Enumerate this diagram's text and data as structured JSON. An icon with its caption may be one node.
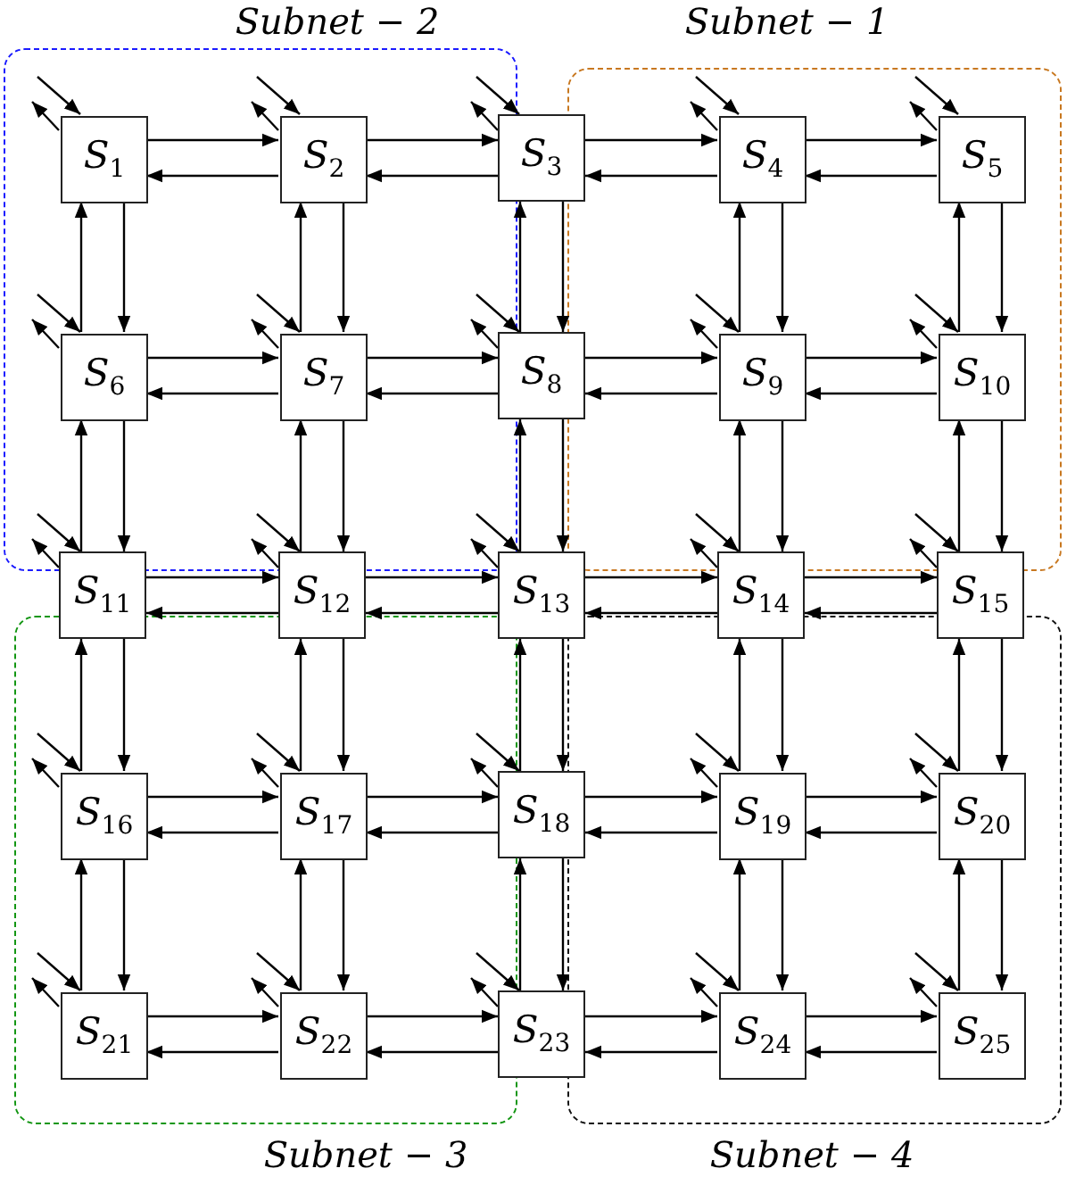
{
  "diagram": {
    "nodes": [
      {
        "text": [
          "Subnet − 2"
        ]
      },
      {
        "text": [
          "Subnet − 1"
        ]
      },
      {
        "text": [
          "Subnet − 3"
        ]
      },
      {
        "text": [
          "Subnet − 4"
        ]
      },
      {
        "text": [
          "S$_{1}$"
        ],
        "in": 0
      },
      {
        "text": [
          "S$_{2}$"
        ],
        "in": 0
      },
      {
        "text": [
          "S$_{3}$"
        ]
      },
      {
        "text": [
          "S$_{4}$"
        ],
        "in": 1
      },
      {
        "text": [
          "S$_{5}$"
        ],
        "in": 1
      },
      {
        "text": [
          "S$_{6}$"
        ],
        "in": 0
      },
      {
        "text": [
          "S$_{7}$"
        ],
        "in": 0
      },
      {
        "text": [
          "S$_{8}$"
        ]
      },
      {
        "text": [
          "S$_{9}$"
        ],
        "in": 1
      },
      {
        "text": [
          "S$_{10}$"
        ],
        "in": 1
      },
      {
        "text": [
          "S$_{11}$"
        ]
      },
      {
        "text": [
          "S$_{12}$"
        ]
      },
      {
        "text": [
          "S$_{13}$"
        ]
      },
      {
        "text": [
          "S$_{14}$"
        ]
      },
      {
        "text": [
          "S$_{15}$"
        ]
      },
      {
        "text": [
          "S$_{16}$"
        ],
        "in": 2
      },
      {
        "text": [
          "S$_{17}$"
        ],
        "in": 2
      },
      {
        "text": [
          "S$_{18}$"
        ]
      },
      {
        "text": [
          "S$_{19}$"
        ],
        "in": 3
      },
      {
        "text": [
          "S$_{20}$"
        ],
        "in": 3
      },
      {
        "text": [
          "S$_{21}$"
        ],
        "in": 2
      },
      {
        "text": [
          "S$_{22}$"
        ],
        "in": 2
      },
      {
        "text": [
          "S$_{23}$"
        ]
      },
      {
        "text": [
          "S$_{24}$"
        ],
        "in": 3
      },
      {
        "text": [
          "S$_{25}$"
        ],
        "in": 3
      }
    ],
    "edges": [
      {
        "from": 4,
        "to": 5,
        "arrow": "to"
      },
      {
        "from": 5,
        "to": 4,
        "arrow": "to"
      },
      {
        "from": 4,
        "to": 9,
        "arrow": "to"
      },
      {
        "from": 9,
        "to": 4,
        "arrow": "to"
      },
      {
        "from": null,
        "to": 4,
        "arrow": "to"
      },
      {
        "from": 4,
        "to": null,
        "arrow": "to"
      },
      {
        "from": 5,
        "to": 6,
        "arrow": "to"
      },
      {
        "from": 6,
        "to": 5,
        "arrow": "to"
      },
      {
        "from": 5,
        "to": 10,
        "arrow": "to"
      },
      {
        "from": 10,
        "to": 5,
        "arrow": "to"
      },
      {
        "from": null,
        "to": 5,
        "arrow": "to"
      },
      {
        "from": 5,
        "to": null,
        "arrow": "to"
      },
      {
        "from": 6,
        "to": 7,
        "arrow": "to"
      },
      {
        "from": 7,
        "to": 6,
        "arrow": "to"
      },
      {
        "from": 6,
        "to": 11,
        "arrow": "to"
      },
      {
        "from": 11,
        "to": 6,
        "arrow": "to"
      },
      {
        "from": null,
        "to": 6,
        "arrow": "to"
      },
      {
        "from": 6,
        "to": null,
        "arrow": "to"
      },
      {
        "from": 7,
        "to": 8,
        "arrow": "to"
      },
      {
        "from": 8,
        "to": 7,
        "arrow": "to"
      },
      {
        "from": 7,
        "to": 12,
        "arrow": "to"
      },
      {
        "from": 12,
        "to": 7,
        "arrow": "to"
      },
      {
        "from": null,
        "to": 7,
        "arrow": "to"
      },
      {
        "from": 7,
        "to": null,
        "arrow": "to"
      },
      {
        "from": 8,
        "to": 13,
        "arrow": "to"
      },
      {
        "from": 13,
        "to": 8,
        "arrow": "to"
      },
      {
        "from": null,
        "to": 8,
        "arrow": "to"
      },
      {
        "from": 8,
        "to": null,
        "arrow": "to"
      },
      {
        "from": 9,
        "to": 10,
        "arrow": "to"
      },
      {
        "from": 10,
        "to": 9,
        "arrow": "to"
      },
      {
        "from": 9,
        "to": 14,
        "arrow": "to"
      },
      {
        "from": 14,
        "to": 9,
        "arrow": "to"
      },
      {
        "from": null,
        "to": 9,
        "arrow": "to"
      },
      {
        "from": 9,
        "to": null,
        "arrow": "to"
      },
      {
        "from": 10,
        "to": 11,
        "arrow": "to"
      },
      {
        "from": 11,
        "to": 10,
        "arrow": "to"
      },
      {
        "from": 10,
        "to": 15,
        "arrow": "to"
      },
      {
        "from": 15,
        "to": 10,
        "arrow": "to"
      },
      {
        "from": null,
        "to": 10,
        "arrow": "to"
      },
      {
        "from": 10,
        "to": null,
        "arrow": "to"
      },
      {
        "from": 11,
        "to": 12,
        "arrow": "to"
      },
      {
        "from": 12,
        "to": 11,
        "arrow": "to"
      },
      {
        "from": 11,
        "to": 16,
        "arrow": "to"
      },
      {
        "from": 16,
        "to": 11,
        "arrow": "to"
      },
      {
        "from": null,
        "to": 11,
        "arrow": "to"
      },
      {
        "from": 11,
        "to": null,
        "arrow": "to"
      },
      {
        "from": 12,
        "to": 13,
        "arrow": "to"
      },
      {
        "from": 13,
        "to": 12,
        "arrow": "to"
      },
      {
        "from": 12,
        "to": 17,
        "arrow": "to"
      },
      {
        "from": 17,
        "to": 12,
        "arrow": "to"
      },
      {
        "from": null,
        "to": 12,
        "arrow": "to"
      },
      {
        "from": 12,
        "to": null,
        "arrow": "to"
      },
      {
        "from": 13,
        "to": 18,
        "arrow": "to"
      },
      {
        "from": 18,
        "to": 13,
        "arrow": "to"
      },
      {
        "from": null,
        "to": 13,
        "arrow": "to"
      },
      {
        "from": 13,
        "to": null,
        "arrow": "to"
      },
      {
        "from": 14,
        "to": 15,
        "arrow": "to"
      },
      {
        "from": 15,
        "to": 14,
        "arrow": "to"
      },
      {
        "from": 14,
        "to": 19,
        "arrow": "to"
      },
      {
        "from": 19,
        "to": 14,
        "arrow": "to"
      },
      {
        "from": null,
        "to": 14,
        "arrow": "to"
      },
      {
        "from": 14,
        "to": null,
        "arrow": "to"
      },
      {
        "from": 15,
        "to": 16,
        "arrow": "to"
      },
      {
        "from": 16,
        "to": 15,
        "arrow": "to"
      },
      {
        "from": 15,
        "to": 20,
        "arrow": "to"
      },
      {
        "from": 20,
        "to": 15,
        "arrow": "to"
      },
      {
        "from": null,
        "to": 15,
        "arrow": "to"
      },
      {
        "from": 15,
        "to": null,
        "arrow": "to"
      },
      {
        "from": 16,
        "to": 17,
        "arrow": "to"
      },
      {
        "from": 17,
        "to": 16,
        "arrow": "to"
      },
      {
        "from": 16,
        "to": 21,
        "arrow": "to"
      },
      {
        "from": 21,
        "to": 16,
        "arrow": "to"
      },
      {
        "from": null,
        "to": 16,
        "arrow": "to"
      },
      {
        "from": 16,
        "to": null,
        "arrow": "to"
      },
      {
        "from": 17,
        "to": 18,
        "arrow": "to"
      },
      {
        "from": 18,
        "to": 17,
        "arrow": "to"
      },
      {
        "from": 17,
        "to": 22,
        "arrow": "to"
      },
      {
        "from": 22,
        "to": 17,
        "arrow": "to"
      },
      {
        "from": null,
        "to": 17,
        "arrow": "to"
      },
      {
        "from": 17,
        "to": null,
        "arrow": "to"
      },
      {
        "from": 18,
        "to": 23,
        "arrow": "to"
      },
      {
        "from": 23,
        "to": 18,
        "arrow": "to"
      },
      {
        "from": null,
        "to": 18,
        "arrow": "to"
      },
      {
        "from": 18,
        "to": null,
        "arrow": "to"
      },
      {
        "from": 19,
        "to": 20,
        "arrow": "to"
      },
      {
        "from": 20,
        "to": 19,
        "arrow": "to"
      },
      {
        "from": 19,
        "to": 24,
        "arrow": "to"
      },
      {
        "from": 24,
        "to": 19,
        "arrow": "to"
      },
      {
        "from": null,
        "to": 19,
        "arrow": "to"
      },
      {
        "from": 19,
        "to": null,
        "arrow": "to"
      },
      {
        "from": 20,
        "to": 21,
        "arrow": "to"
      },
      {
        "from": 21,
        "to": 20,
        "arrow": "to"
      },
      {
        "from": 20,
        "to": 25,
        "arrow": "to"
      },
      {
        "from": 25,
        "to": 20,
        "arrow": "to"
      },
      {
        "from": null,
        "to": 20,
        "arrow": "to"
      },
      {
        "from": 20,
        "to": null,
        "arrow": "to"
      },
      {
        "from": 21,
        "to": 22,
        "arrow": "to"
      },
      {
        "from": 22,
        "to": 21,
        "arrow": "to"
      },
      {
        "from": 21,
        "to": 26,
        "arrow": "to"
      },
      {
        "from": 26,
        "to": 21,
        "arrow": "to"
      },
      {
        "from": null,
        "to": 21,
        "arrow": "to"
      },
      {
        "from": 21,
        "to": null,
        "arrow": "to"
      },
      {
        "from": 22,
        "to": 23,
        "arrow": "to"
      },
      {
        "from": 23,
        "to": 22,
        "arrow": "to"
      },
      {
        "from": 22,
        "to": 27,
        "arrow": "to"
      },
      {
        "from": 27,
        "to": 22,
        "arrow": "to"
      },
      {
        "from": null,
        "to": 22,
        "arrow": "to"
      },
      {
        "from": 22,
        "to": null,
        "arrow": "to"
      },
      {
        "from": 23,
        "to": 28,
        "arrow": "to"
      },
      {
        "from": 28,
        "to": 23,
        "arrow": "to"
      },
      {
        "from": null,
        "to": 23,
        "arrow": "to"
      },
      {
        "from": 23,
        "to": null,
        "arrow": "to"
      },
      {
        "from": 24,
        "to": 25,
        "arrow": "to"
      },
      {
        "from": 25,
        "to": 24,
        "arrow": "to"
      },
      {
        "from": null,
        "to": 24,
        "arrow": "to"
      },
      {
        "from": 24,
        "to": null,
        "arrow": "to"
      },
      {
        "from": 25,
        "to": 26,
        "arrow": "to"
      },
      {
        "from": 26,
        "to": 25,
        "arrow": "to"
      },
      {
        "from": null,
        "to": 25,
        "arrow": "to"
      },
      {
        "from": 25,
        "to": null,
        "arrow": "to"
      },
      {
        "from": 26,
        "to": 27,
        "arrow": "to"
      },
      {
        "from": 27,
        "to": 26,
        "arrow": "to"
      },
      {
        "from": null,
        "to": 26,
        "arrow": "to"
      },
      {
        "from": 26,
        "to": null,
        "arrow": "to"
      },
      {
        "from": 27,
        "to": 28,
        "arrow": "to"
      },
      {
        "from": 28,
        "to": 27,
        "arrow": "to"
      },
      {
        "from": null,
        "to": 27,
        "arrow": "to"
      },
      {
        "from": 27,
        "to": null,
        "arrow": "to"
      },
      {
        "from": null,
        "to": 28,
        "arrow": "to"
      },
      {
        "from": 28,
        "to": null,
        "arrow": "to"
      }
    ]
  }
}
